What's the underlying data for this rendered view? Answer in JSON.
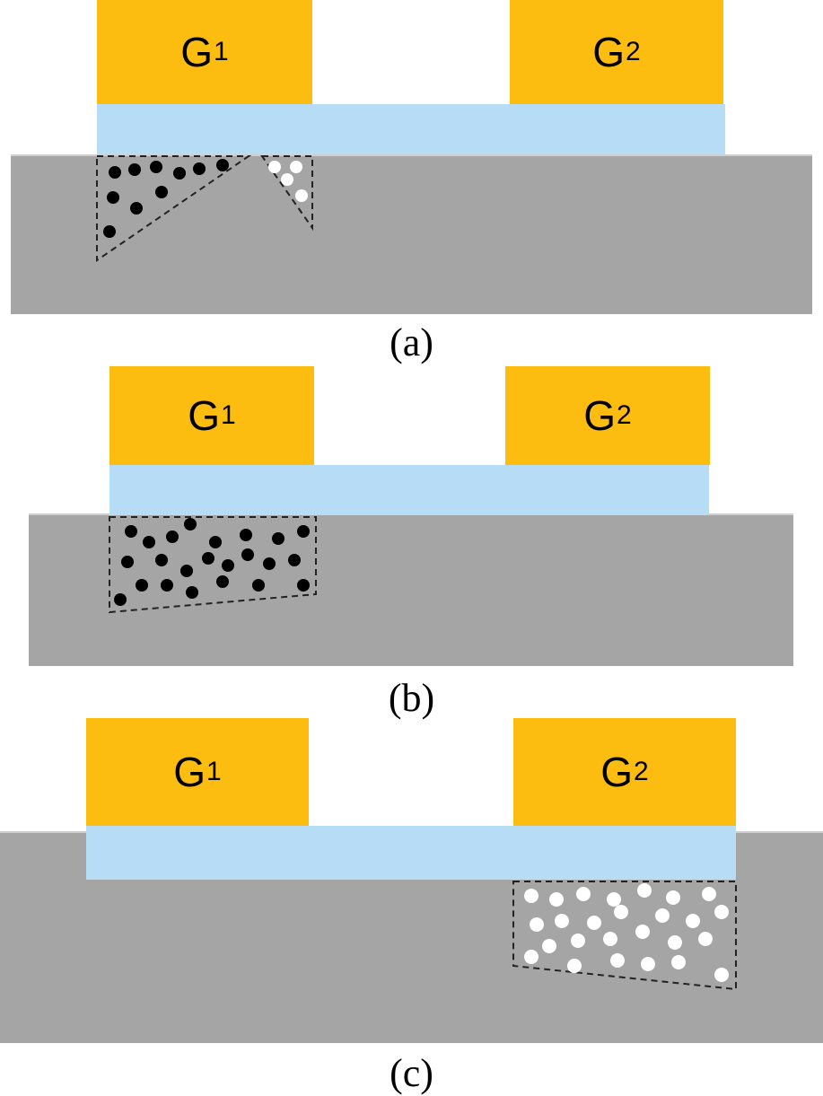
{
  "panels": [
    {
      "caption": "(a)",
      "gate1": {
        "letter": "G",
        "index": "1"
      },
      "gate2": {
        "letter": "G",
        "index": "2"
      }
    },
    {
      "caption": "(b)",
      "gate1": {
        "letter": "G",
        "index": "1"
      },
      "gate2": {
        "letter": "G",
        "index": "2"
      }
    },
    {
      "caption": "(c)",
      "gate1": {
        "letter": "G",
        "index": "1"
      },
      "gate2": {
        "letter": "G",
        "index": "2"
      }
    }
  ],
  "colors": {
    "gate": "#fdbd10",
    "oxide": "#b6dcf6",
    "substrate": "#a5a5a5",
    "electron": "#000000",
    "hole": "#ffffff"
  }
}
